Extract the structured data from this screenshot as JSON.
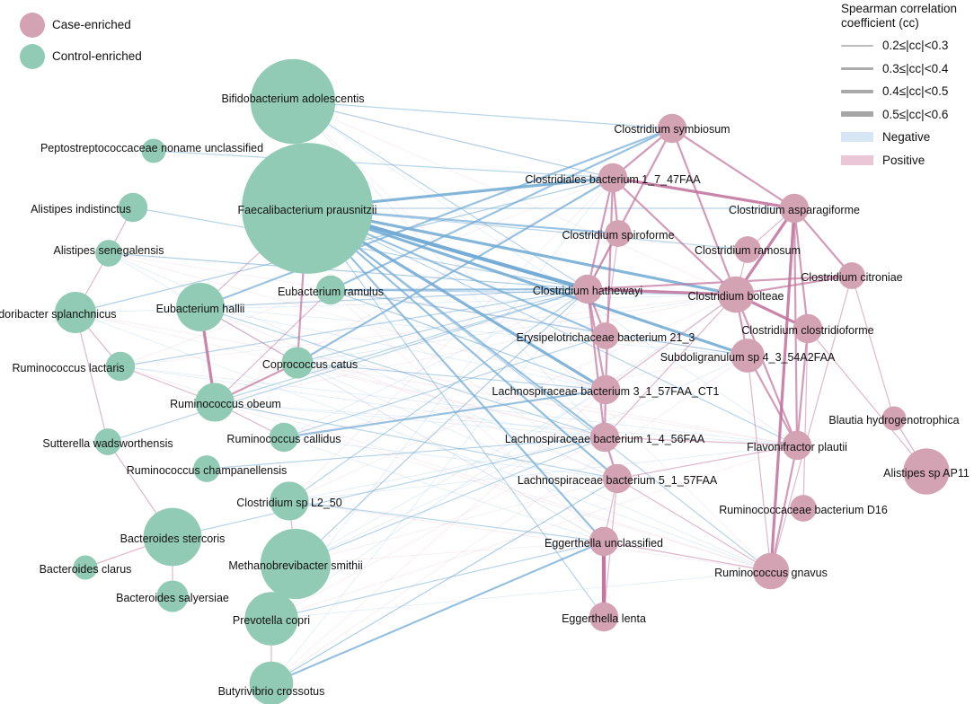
{
  "legend_groups": [
    {
      "label": "Case-enriched",
      "color": "#d4a3b3"
    },
    {
      "label": "Control-enriched",
      "color": "#92cbb5"
    }
  ],
  "correlation_legend": {
    "title_line1": "Spearman correlation",
    "title_line2": "coefficient (cc)",
    "bins": [
      "0.2≤|cc|<0.3",
      "0.3≤|cc|<0.4",
      "0.4≤|cc|<0.5",
      "0.5≤|cc|<0.6"
    ],
    "negative_label": "Negative",
    "positive_label": "Positive",
    "negative_color": "#6fa9d4",
    "positive_color": "#c0709a"
  },
  "nodes": [
    {
      "id": "bif_ado",
      "label": "Bifidobacterium adolescentis",
      "group": "control",
      "size": 3.5,
      "label_side": "center"
    },
    {
      "id": "pep",
      "label": "Peptostreptococcaceae noname unclassified",
      "group": "control",
      "size": 1,
      "label_side": "left"
    },
    {
      "id": "ali_ind",
      "label": "Alistipes indistinctus",
      "group": "control",
      "size": 1.2,
      "label_side": "left"
    },
    {
      "id": "fae",
      "label": "Faecalibacterium prausnitzii",
      "group": "control",
      "size": 5.4,
      "label_side": "center"
    },
    {
      "id": "ali_sen",
      "label": "Alistipes senegalensis",
      "group": "control",
      "size": 1.1,
      "label_side": "left"
    },
    {
      "id": "odo",
      "label": "Odoribacter splanchnicus",
      "group": "control",
      "size": 1.7,
      "label_side": "left"
    },
    {
      "id": "eub_hal",
      "label": "Eubacterium hallii",
      "group": "control",
      "size": 2.0,
      "label_side": "center"
    },
    {
      "id": "eub_ram",
      "label": "Eubacterium ramulus",
      "group": "control",
      "size": 1.2,
      "label_side": "center"
    },
    {
      "id": "rum_lac",
      "label": "Ruminococcus lactaris",
      "group": "control",
      "size": 1.2,
      "label_side": "left"
    },
    {
      "id": "cop",
      "label": "Coprococcus catus",
      "group": "control",
      "size": 1.3,
      "label_side": "center"
    },
    {
      "id": "rum_obe",
      "label": "Ruminococcus obeum",
      "group": "control",
      "size": 1.6,
      "label_side": "center"
    },
    {
      "id": "sut",
      "label": "Sutterella wadsworthensis",
      "group": "control",
      "size": 1.1,
      "label_side": "left"
    },
    {
      "id": "rum_cal",
      "label": "Ruminococcus callidus",
      "group": "control",
      "size": 1.2,
      "label_side": "center"
    },
    {
      "id": "rum_cha",
      "label": "Ruminococcus champanellensis",
      "group": "control",
      "size": 1.1,
      "label_side": "left"
    },
    {
      "id": "clo_l2",
      "label": "Clostridium sp L2_50",
      "group": "control",
      "size": 1.6,
      "label_side": "center"
    },
    {
      "id": "bac_ste",
      "label": "Bacteroides stercoris",
      "group": "control",
      "size": 2.4,
      "label_side": "center"
    },
    {
      "id": "met",
      "label": "Methanobrevibacter smithii",
      "group": "control",
      "size": 2.9,
      "label_side": "center"
    },
    {
      "id": "bac_cla",
      "label": "Bacteroides clarus",
      "group": "control",
      "size": 1.0,
      "label_side": "left"
    },
    {
      "id": "bac_sal",
      "label": "Bacteroides salyersiae",
      "group": "control",
      "size": 1.3,
      "label_side": "left"
    },
    {
      "id": "pre",
      "label": "Prevotella copri",
      "group": "control",
      "size": 2.2,
      "label_side": "center"
    },
    {
      "id": "but",
      "label": "Butyrivibrio crossotus",
      "group": "control",
      "size": 1.8,
      "label_side": "center"
    },
    {
      "id": "clo_sym",
      "label": "Clostridium symbiosum",
      "group": "case",
      "size": 1.2,
      "label_side": "center"
    },
    {
      "id": "clo_147",
      "label": "Clostridiales bacterium 1_7_47FAA",
      "group": "case",
      "size": 1.2,
      "label_side": "center"
    },
    {
      "id": "clo_asp",
      "label": "Clostridium asparagiforme",
      "group": "case",
      "size": 1.2,
      "label_side": "center"
    },
    {
      "id": "clo_spi",
      "label": "Clostridium spiroforme",
      "group": "case",
      "size": 1.1,
      "label_side": "center"
    },
    {
      "id": "clo_ram",
      "label": "Clostridium ramosum",
      "group": "case",
      "size": 1.1,
      "label_side": "center"
    },
    {
      "id": "clo_cit",
      "label": "Clostridium citroniae",
      "group": "case",
      "size": 1.1,
      "label_side": "right"
    },
    {
      "id": "clo_hat",
      "label": "Clostridium hathewayi",
      "group": "case",
      "size": 1.2,
      "label_side": "center"
    },
    {
      "id": "clo_bol",
      "label": "Clostridium bolteae",
      "group": "case",
      "size": 1.5,
      "label_side": "center"
    },
    {
      "id": "clo_clo",
      "label": "Clostridium clostridioforme",
      "group": "case",
      "size": 1.2,
      "label_side": "center"
    },
    {
      "id": "ery",
      "label": "Erysipelotrichaceae bacterium 21_3",
      "group": "case",
      "size": 1.1,
      "label_side": "center"
    },
    {
      "id": "sub",
      "label": "Subdoligranulum sp 4_3_54A2FAA",
      "group": "case",
      "size": 1.4,
      "label_side": "center"
    },
    {
      "id": "lac_315",
      "label": "Lachnospiraceae bacterium 3_1_57FAA_CT1",
      "group": "case",
      "size": 1.2,
      "label_side": "center"
    },
    {
      "id": "bla",
      "label": "Blautia hydrogenotrophica",
      "group": "case",
      "size": 1.0,
      "label_side": "center"
    },
    {
      "id": "lac_145",
      "label": "Lachnospiraceae bacterium 1_4_56FAA",
      "group": "case",
      "size": 1.2,
      "label_side": "center"
    },
    {
      "id": "fla",
      "label": "Flavonifractor plautii",
      "group": "case",
      "size": 1.2,
      "label_side": "center"
    },
    {
      "id": "ali_ap",
      "label": "Alistipes sp AP11",
      "group": "case",
      "size": 1.9,
      "label_side": "right"
    },
    {
      "id": "lac_515",
      "label": "Lachnospiraceae bacterium 5_1_57FAA",
      "group": "case",
      "size": 1.2,
      "label_side": "center"
    },
    {
      "id": "rum_d16",
      "label": "Ruminococcaceae bacterium D16",
      "group": "case",
      "size": 1.1,
      "label_side": "center"
    },
    {
      "id": "egg_unc",
      "label": "Eggerthella unclassified",
      "group": "case",
      "size": 1.2,
      "label_side": "center"
    },
    {
      "id": "rum_gna",
      "label": "Ruminococcus gnavus",
      "group": "case",
      "size": 1.5,
      "label_side": "center"
    },
    {
      "id": "egg_len",
      "label": "Eggerthella lenta",
      "group": "case",
      "size": 1.2,
      "label_side": "center"
    }
  ],
  "edges": [
    {
      "source": "fae",
      "target": "clo_hat",
      "sign": "negative",
      "strength": 0.5
    },
    {
      "source": "fae",
      "target": "clo_147",
      "sign": "negative",
      "strength": 0.4
    },
    {
      "source": "fae",
      "target": "clo_bol",
      "sign": "negative",
      "strength": 0.4
    },
    {
      "source": "fae",
      "target": "lac_315",
      "sign": "negative",
      "strength": 0.4
    },
    {
      "source": "fae",
      "target": "sub",
      "sign": "negative",
      "strength": 0.4
    },
    {
      "source": "fae",
      "target": "lac_145",
      "sign": "negative",
      "strength": 0.3
    },
    {
      "source": "fae",
      "target": "lac_515",
      "sign": "negative",
      "strength": 0.3
    },
    {
      "source": "fae",
      "target": "ery",
      "sign": "negative",
      "strength": 0.3
    },
    {
      "source": "fae",
      "target": "clo_spi",
      "sign": "negative",
      "strength": 0.3
    },
    {
      "source": "fae",
      "target": "egg_unc",
      "sign": "negative",
      "strength": 0.3
    },
    {
      "source": "fae",
      "target": "clo_asp",
      "sign": "negative",
      "strength": 0.2
    },
    {
      "source": "fae",
      "target": "rum_gna",
      "sign": "negative",
      "strength": 0.2
    },
    {
      "source": "fae",
      "target": "egg_len",
      "sign": "negative",
      "strength": 0.2
    },
    {
      "source": "fae",
      "target": "fla",
      "sign": "negative",
      "strength": 0.2
    },
    {
      "source": "fae",
      "target": "clo_ram",
      "sign": "negative",
      "strength": 0.2
    },
    {
      "source": "eub_ram",
      "target": "clo_sym",
      "sign": "negative",
      "strength": 0.3
    },
    {
      "source": "eub_ram",
      "target": "clo_hat",
      "sign": "negative",
      "strength": 0.3
    },
    {
      "source": "eub_ram",
      "target": "lac_315",
      "sign": "negative",
      "strength": 0.2
    },
    {
      "source": "eub_ram",
      "target": "clo_bol",
      "sign": "negative",
      "strength": 0.2
    },
    {
      "source": "eub_ram",
      "target": "sub",
      "sign": "negative",
      "strength": 0.2
    },
    {
      "source": "bif_ado",
      "target": "clo_sym",
      "sign": "negative",
      "strength": 0.2
    },
    {
      "source": "bif_ado",
      "target": "clo_hat",
      "sign": "negative",
      "strength": 0.2
    },
    {
      "source": "bif_ado",
      "target": "clo_147",
      "sign": "negative",
      "strength": 0.2
    },
    {
      "source": "eub_hal",
      "target": "clo_sym",
      "sign": "negative",
      "strength": 0.3
    },
    {
      "source": "eub_hal",
      "target": "clo_hat",
      "sign": "negative",
      "strength": 0.2
    },
    {
      "source": "eub_hal",
      "target": "lac_145",
      "sign": "negative",
      "strength": 0.2
    },
    {
      "source": "rum_obe",
      "target": "clo_hat",
      "sign": "negative",
      "strength": 0.2
    },
    {
      "source": "rum_obe",
      "target": "lac_515",
      "sign": "negative",
      "strength": 0.2
    },
    {
      "source": "cop",
      "target": "clo_147",
      "sign": "negative",
      "strength": 0.3
    },
    {
      "source": "cop",
      "target": "lac_315",
      "sign": "negative",
      "strength": 0.2
    },
    {
      "source": "cop",
      "target": "clo_hat",
      "sign": "negative",
      "strength": 0.2
    },
    {
      "source": "rum_cal",
      "target": "lac_315",
      "sign": "negative",
      "strength": 0.3
    },
    {
      "source": "rum_cal",
      "target": "ery",
      "sign": "negative",
      "strength": 0.2
    },
    {
      "source": "clo_l2",
      "target": "egg_unc",
      "sign": "negative",
      "strength": 0.2
    },
    {
      "source": "clo_l2",
      "target": "clo_hat",
      "sign": "negative",
      "strength": 0.2
    },
    {
      "source": "but",
      "target": "egg_unc",
      "sign": "negative",
      "strength": 0.3
    },
    {
      "source": "but",
      "target": "lac_515",
      "sign": "negative",
      "strength": 0.2
    },
    {
      "source": "pre",
      "target": "egg_unc",
      "sign": "negative",
      "strength": 0.2
    },
    {
      "source": "met",
      "target": "lac_145",
      "sign": "negative",
      "strength": 0.2
    },
    {
      "source": "met",
      "target": "clo_hat",
      "sign": "negative",
      "strength": 0.2
    },
    {
      "source": "rum_lac",
      "target": "clo_hat",
      "sign": "negative",
      "strength": 0.2
    },
    {
      "source": "odo",
      "target": "clo_147",
      "sign": "negative",
      "strength": 0.2
    },
    {
      "source": "ali_sen",
      "target": "clo_hat",
      "sign": "negative",
      "strength": 0.2
    },
    {
      "source": "bac_ste",
      "target": "lac_145",
      "sign": "negative",
      "strength": 0.2
    },
    {
      "source": "sut",
      "target": "clo_hat",
      "sign": "negative",
      "strength": 0.2
    },
    {
      "source": "pep",
      "target": "clo_147",
      "sign": "negative",
      "strength": 0.2
    },
    {
      "source": "ali_ind",
      "target": "clo_hat",
      "sign": "negative",
      "strength": 0.2
    },
    {
      "source": "rum_cha",
      "target": "lac_145",
      "sign": "negative",
      "strength": 0.2
    },
    {
      "source": "egg_unc",
      "target": "egg_len",
      "sign": "positive",
      "strength": 0.5
    },
    {
      "source": "clo_hat",
      "target": "clo_bol",
      "sign": "positive",
      "strength": 0.4
    },
    {
      "source": "clo_bol",
      "target": "clo_asp",
      "sign": "positive",
      "strength": 0.4
    },
    {
      "source": "clo_bol",
      "target": "clo_clo",
      "sign": "positive",
      "strength": 0.4
    },
    {
      "source": "clo_147",
      "target": "clo_asp",
      "sign": "positive",
      "strength": 0.4
    },
    {
      "source": "clo_asp",
      "target": "rum_gna",
      "sign": "positive",
      "strength": 0.4
    },
    {
      "source": "clo_asp",
      "target": "fla",
      "sign": "positive",
      "strength": 0.3
    },
    {
      "source": "clo_sym",
      "target": "clo_hat",
      "sign": "positive",
      "strength": 0.3
    },
    {
      "source": "clo_sym",
      "target": "clo_asp",
      "sign": "positive",
      "strength": 0.3
    },
    {
      "source": "clo_sym",
      "target": "clo_bol",
      "sign": "positive",
      "strength": 0.3
    },
    {
      "source": "clo_sym",
      "target": "clo_147",
      "sign": "positive",
      "strength": 0.3
    },
    {
      "source": "clo_147",
      "target": "clo_hat",
      "sign": "positive",
      "strength": 0.3
    },
    {
      "source": "clo_147",
      "target": "clo_bol",
      "sign": "positive",
      "strength": 0.3
    },
    {
      "source": "clo_hat",
      "target": "clo_cit",
      "sign": "positive",
      "strength": 0.3
    },
    {
      "source": "clo_hat",
      "target": "lac_315",
      "sign": "positive",
      "strength": 0.3
    },
    {
      "source": "clo_hat",
      "target": "lac_145",
      "sign": "positive",
      "strength": 0.3
    },
    {
      "source": "clo_hat",
      "target": "ery",
      "sign": "positive",
      "strength": 0.3
    },
    {
      "source": "clo_bol",
      "target": "sub",
      "sign": "positive",
      "strength": 0.3
    },
    {
      "source": "clo_bol",
      "target": "clo_cit",
      "sign": "positive",
      "strength": 0.3
    },
    {
      "source": "clo_bol",
      "target": "fla",
      "sign": "positive",
      "strength": 0.3
    },
    {
      "source": "clo_clo",
      "target": "fla",
      "sign": "positive",
      "strength": 0.3
    },
    {
      "source": "clo_clo",
      "target": "rum_d16",
      "sign": "positive",
      "strength": 0.2
    },
    {
      "source": "clo_asp",
      "target": "clo_cit",
      "sign": "positive",
      "strength": 0.3
    },
    {
      "source": "clo_asp",
      "target": "clo_clo",
      "sign": "positive",
      "strength": 0.3
    },
    {
      "source": "clo_ram",
      "target": "clo_bol",
      "sign": "positive",
      "strength": 0.2
    },
    {
      "source": "clo_ram",
      "target": "clo_asp",
      "sign": "positive",
      "strength": 0.2
    },
    {
      "source": "clo_spi",
      "target": "clo_hat",
      "sign": "positive",
      "strength": 0.2
    },
    {
      "source": "clo_spi",
      "target": "ery",
      "sign": "positive",
      "strength": 0.2
    },
    {
      "source": "lac_315",
      "target": "lac_145",
      "sign": "positive",
      "strength": 0.3
    },
    {
      "source": "lac_145",
      "target": "lac_515",
      "sign": "positive",
      "strength": 0.3
    },
    {
      "source": "lac_515",
      "target": "egg_unc",
      "sign": "positive",
      "strength": 0.2
    },
    {
      "source": "lac_145",
      "target": "clo_bol",
      "sign": "positive",
      "strength": 0.2
    },
    {
      "source": "lac_315",
      "target": "clo_bol",
      "sign": "positive",
      "strength": 0.2
    },
    {
      "source": "sub",
      "target": "fla",
      "sign": "positive",
      "strength": 0.3
    },
    {
      "source": "sub",
      "target": "rum_gna",
      "sign": "positive",
      "strength": 0.2
    },
    {
      "source": "fla",
      "target": "rum_gna",
      "sign": "positive",
      "strength": 0.3
    },
    {
      "source": "fla",
      "target": "lac_145",
      "sign": "positive",
      "strength": 0.2
    },
    {
      "source": "fla",
      "target": "lac_515",
      "sign": "positive",
      "strength": 0.2
    },
    {
      "source": "clo_cit",
      "target": "bla",
      "sign": "positive",
      "strength": 0.2
    },
    {
      "source": "clo_cit",
      "target": "rum_gna",
      "sign": "positive",
      "strength": 0.2
    },
    {
      "source": "bla",
      "target": "ali_ap",
      "sign": "positive",
      "strength": 0.2
    },
    {
      "source": "clo_clo",
      "target": "ali_ap",
      "sign": "positive",
      "strength": 0.2
    },
    {
      "source": "rum_gna",
      "target": "lac_515",
      "sign": "positive",
      "strength": 0.2
    },
    {
      "source": "rum_gna",
      "target": "egg_unc",
      "sign": "positive",
      "strength": 0.2
    },
    {
      "source": "egg_len",
      "target": "lac_515",
      "sign": "positive",
      "strength": 0.2
    },
    {
      "source": "clo_147",
      "target": "lac_315",
      "sign": "positive",
      "strength": 0.3
    },
    {
      "source": "clo_147",
      "target": "clo_spi",
      "sign": "positive",
      "strength": 0.3
    },
    {
      "source": "eub_hal",
      "target": "rum_obe",
      "sign": "positive",
      "strength": 0.4
    },
    {
      "source": "cop",
      "target": "rum_obe",
      "sign": "positive",
      "strength": 0.3
    },
    {
      "source": "fae",
      "target": "cop",
      "sign": "positive",
      "strength": 0.3
    },
    {
      "source": "eub_hal",
      "target": "cop",
      "sign": "positive",
      "strength": 0.2
    },
    {
      "source": "eub_ram",
      "target": "rum_obe",
      "sign": "positive",
      "strength": 0.2
    },
    {
      "source": "odo",
      "target": "ali_sen",
      "sign": "positive",
      "strength": 0.2
    },
    {
      "source": "odo",
      "target": "rum_lac",
      "sign": "positive",
      "strength": 0.2
    },
    {
      "source": "ali_sen",
      "target": "ali_ind",
      "sign": "positive",
      "strength": 0.2
    },
    {
      "source": "rum_obe",
      "target": "rum_lac",
      "sign": "positive",
      "strength": 0.2
    },
    {
      "source": "rum_obe",
      "target": "rum_cal",
      "sign": "positive",
      "strength": 0.2
    },
    {
      "source": "bac_ste",
      "target": "bac_cla",
      "sign": "positive",
      "strength": 0.2
    },
    {
      "source": "bac_ste",
      "target": "bac_sal",
      "sign": "positive",
      "strength": 0.2
    },
    {
      "source": "pre",
      "target": "but",
      "sign": "positive",
      "strength": 0.2
    },
    {
      "source": "fae",
      "target": "eub_hal",
      "sign": "positive",
      "strength": 0.2
    },
    {
      "source": "fae",
      "target": "bif_ado",
      "sign": "positive",
      "strength": 0.2
    },
    {
      "source": "sut",
      "target": "bac_ste",
      "sign": "positive",
      "strength": 0.2
    },
    {
      "source": "clo_l2",
      "target": "met",
      "sign": "positive",
      "strength": 0.2
    },
    {
      "source": "odo",
      "target": "sut",
      "sign": "positive",
      "strength": 0.2
    }
  ]
}
